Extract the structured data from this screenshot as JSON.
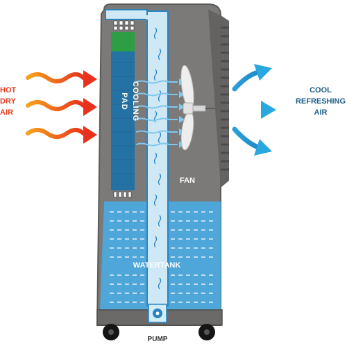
{
  "labels": {
    "hot_air": [
      "HOT",
      "DRY",
      "AIR"
    ],
    "cool_air": [
      "COOL",
      "REFRESHING",
      "AIR"
    ],
    "cooling_pad": "COOLING PAD",
    "fan": "FAN",
    "water_tank": "WATERTANK",
    "pump": "PUMP"
  },
  "colors": {
    "body": "#7d7c7b",
    "body_edge": "#5b5a59",
    "water": "#4fa6d8",
    "pad": "#2472a4",
    "pad_top": "#2e9e44",
    "pipe": "#cfe8f6",
    "hot_arrow": "#f15a24",
    "cool_arrow": "#29a7df"
  },
  "icons": [
    "fan-blade-icon",
    "pump-icon",
    "wheel-icon"
  ]
}
